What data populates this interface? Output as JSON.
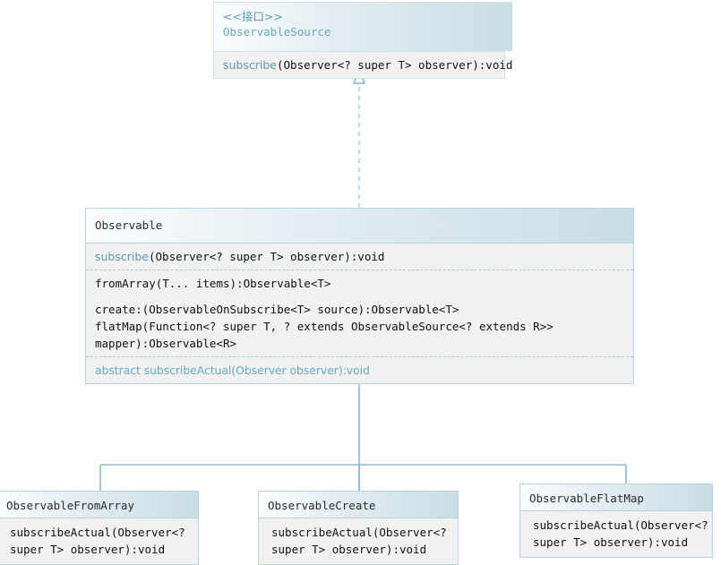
{
  "diagram": {
    "title": "RxJava Observable class diagram",
    "colors": {
      "box_border": "#b9d3dd",
      "header_gradient_start": "#fbfdfe",
      "header_gradient_end": "#c9dde5",
      "compartment_bg": "#f1f1f1",
      "accent_text": "#5b9ab5",
      "connector": "#8fb9cd",
      "body_text": "#111111",
      "page_bg": "#ffffff"
    },
    "classes": {
      "observable_source": {
        "stereotype": "<<接口>>",
        "name": "ObservableSource",
        "methods": [
          {
            "prefix": "subscribe",
            "signature": "(Observer<? super T> observer):void"
          }
        ]
      },
      "observable": {
        "name": "Observable",
        "compartment_1": [
          {
            "prefix": "subscribe",
            "signature": "(Observer<? super T> observer):void"
          }
        ],
        "compartment_2": [
          {
            "text": "fromArray(T... items):Observable<T>"
          },
          {
            "text": "create:(ObservableOnSubscribe<T> source):Observable<T>"
          },
          {
            "text": "flatMap(Function<? super T, ? extends ObservableSource<? extends R>>"
          },
          {
            "text": "mapper):Observable<R>"
          }
        ],
        "compartment_3": [
          {
            "text": "abstract subscribeActual(Observer observer):void"
          }
        ]
      },
      "observable_from_array": {
        "name": "ObservableFromArray",
        "methods": [
          {
            "line1": "subscribeActual(Observer<?",
            "line2": "super T> observer):void"
          }
        ]
      },
      "observable_create": {
        "name": "ObservableCreate",
        "methods": [
          {
            "line1": "subscribeActual(Observer<?",
            "line2": "super T> observer):void"
          }
        ]
      },
      "observable_flat_map": {
        "name": "ObservableFlatMap",
        "methods": [
          {
            "line1": "subscribeActual(Observer<?",
            "line2": "super T> observer):void"
          }
        ]
      }
    },
    "relations": [
      {
        "name": "realization",
        "kind": "realization-dashed-hollow-triangle",
        "from": "Observable",
        "to": "ObservableSource"
      },
      {
        "name": "generalization",
        "kind": "generalization-solid-hollow-triangle",
        "from": "ObservableFromArray, ObservableCreate, ObservableFlatMap",
        "to": "Observable"
      }
    ]
  }
}
